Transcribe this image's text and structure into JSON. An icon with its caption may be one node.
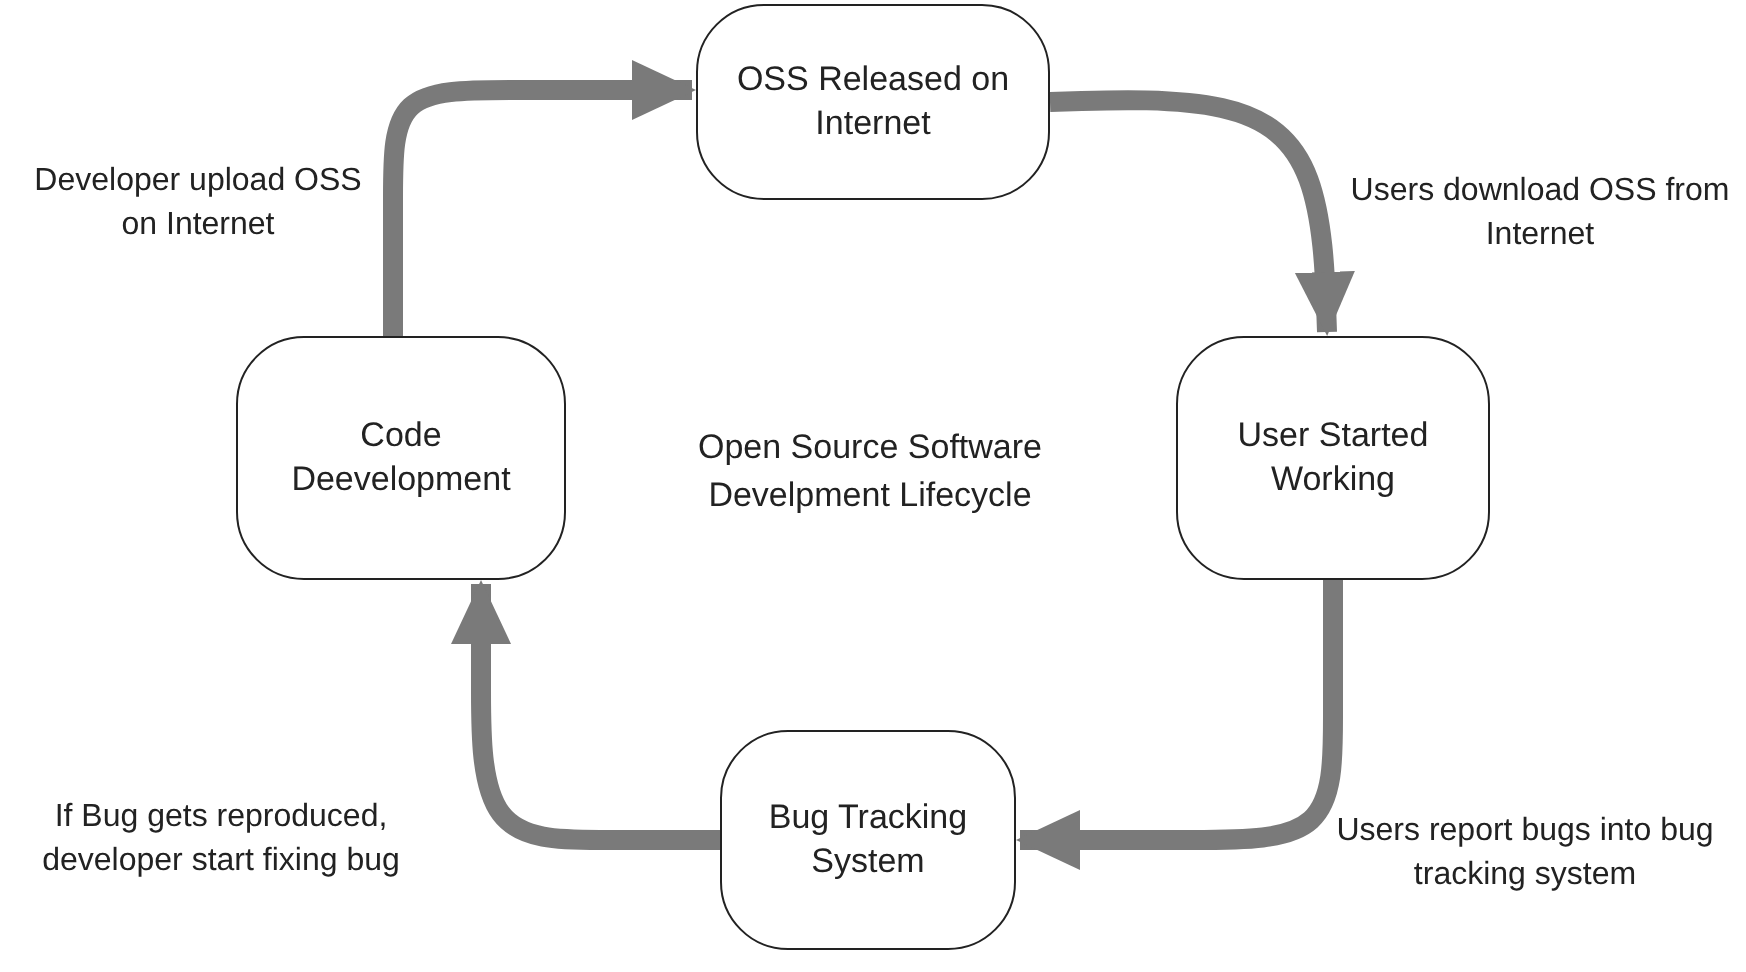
{
  "diagram": {
    "title": "Open Source Software Develpment Lifecycle",
    "nodes": [
      {
        "text": [
          "OSS Released on Internet"
        ]
      },
      {
        "text": [
          "User Started Working"
        ]
      },
      {
        "text": [
          "Bug Tracking System"
        ]
      },
      {
        "text": [
          "Code Deevelopment"
        ]
      }
    ],
    "edges": [
      {
        "from": 3,
        "to": 0,
        "arrow": "to",
        "label": "Developer upload OSS on Internet"
      },
      {
        "from": 0,
        "to": 1,
        "arrow": "to",
        "label": "Users download OSS from Internet"
      },
      {
        "from": 1,
        "to": 2,
        "arrow": "to",
        "label": "Users report bugs into bug tracking system"
      },
      {
        "from": 2,
        "to": 3,
        "arrow": "to",
        "label": "If Bug gets reproduced, developer start fixing bug"
      }
    ]
  }
}
